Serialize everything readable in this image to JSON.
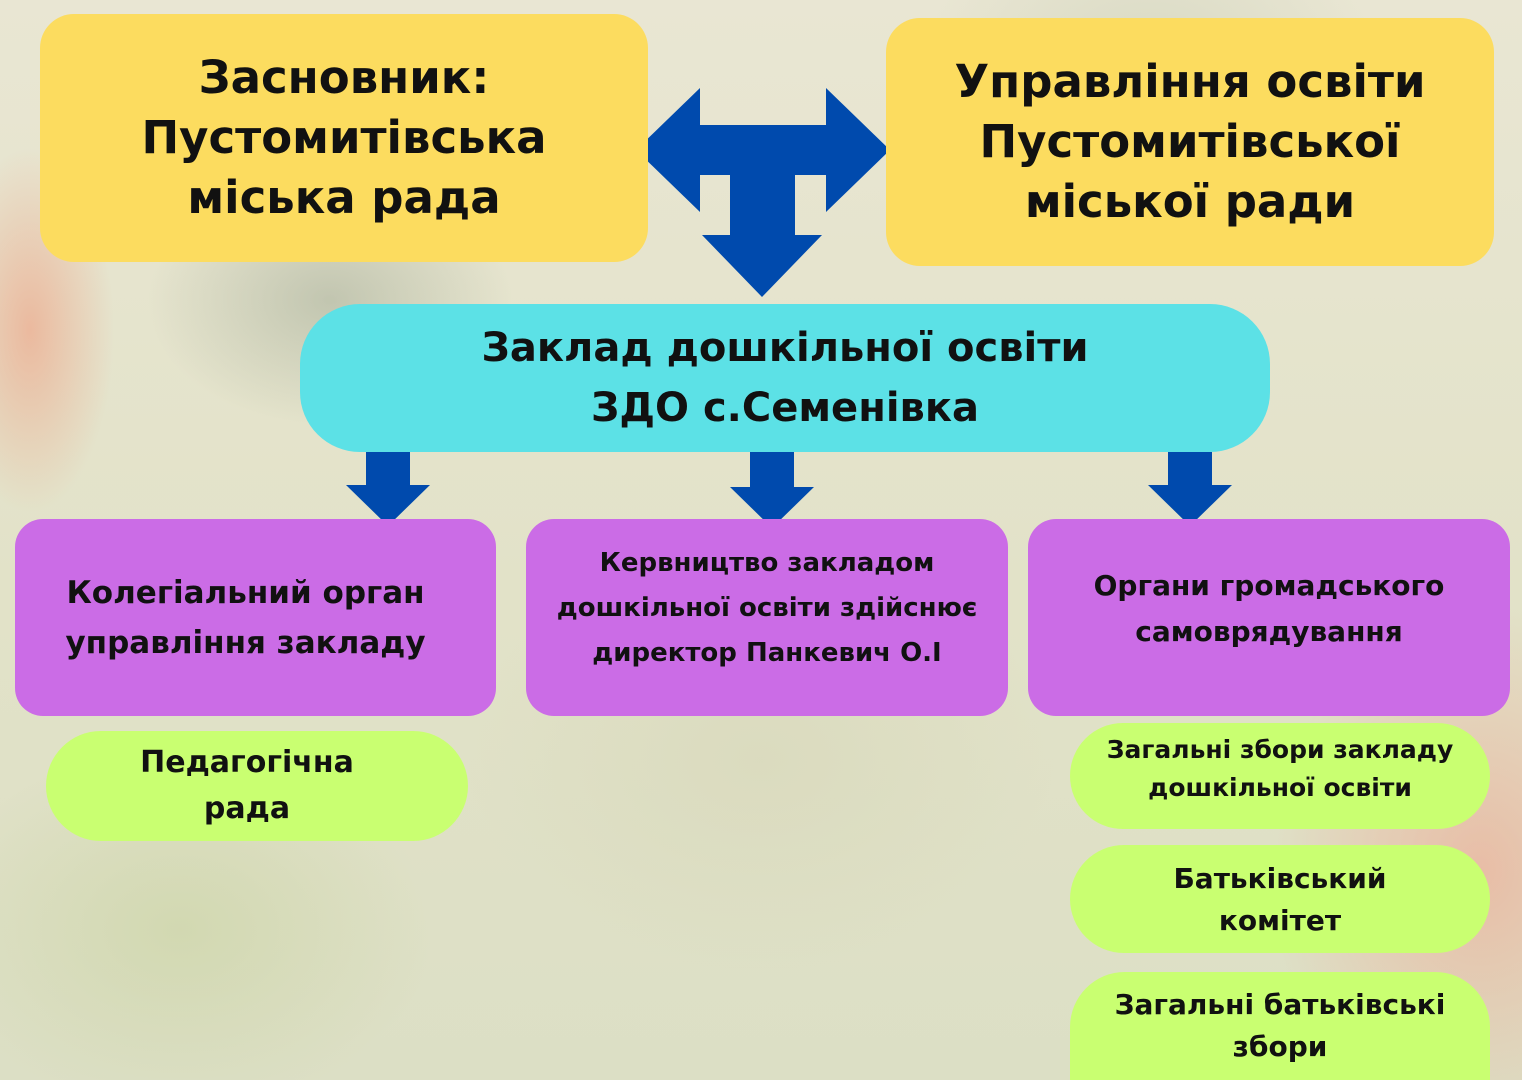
{
  "founder": {
    "lines": [
      "Засновник:",
      "Пустомитівська",
      "міська рада"
    ]
  },
  "education_department": {
    "lines": [
      "Управління освіти",
      "Пустомитівської",
      "міської ради"
    ]
  },
  "institution": {
    "lines": [
      "Заклад дошкільної освіти",
      "ЗДО с.Семенівка"
    ]
  },
  "branches": [
    {
      "lines": [
        "Колегіальний орган",
        "управління закладу"
      ],
      "children": [
        {
          "lines": [
            "Педагогічна",
            "рада"
          ]
        }
      ]
    },
    {
      "lines": [
        "Кервництво закладом",
        "дошкільної освіти здійснює",
        "директор Панкевич О.І"
      ],
      "children": []
    },
    {
      "lines": [
        "Органи громадського",
        "самоврядування"
      ],
      "children": [
        {
          "lines": [
            "Загальні збори закладу",
            "дошкільної освіти"
          ]
        },
        {
          "lines": [
            "Батьківський",
            "комітет"
          ]
        },
        {
          "lines": [
            "Загальні батьківські",
            "збори"
          ]
        }
      ]
    }
  ],
  "colors": {
    "yellow_box": "#fcdc5f",
    "cyan_box": "#5ce1e6",
    "purple_box": "#cb6ce6",
    "green_box": "#c9ff71",
    "arrow": "#004aad"
  }
}
